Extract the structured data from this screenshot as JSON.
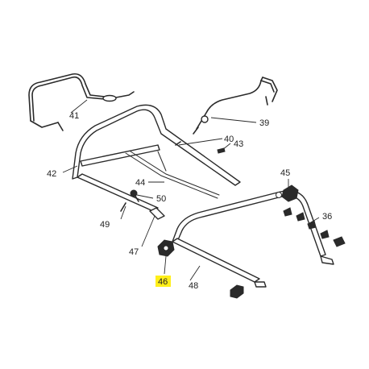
{
  "callouts": [
    {
      "id": "c41",
      "text": "41"
    },
    {
      "id": "c39",
      "text": "39"
    },
    {
      "id": "c40",
      "text": "40"
    },
    {
      "id": "c43",
      "text": "43"
    },
    {
      "id": "c42",
      "text": "42"
    },
    {
      "id": "c44",
      "text": "44"
    },
    {
      "id": "c45",
      "text": "45"
    },
    {
      "id": "c50",
      "text": "50"
    },
    {
      "id": "c36",
      "text": "36"
    },
    {
      "id": "c49",
      "text": "49"
    },
    {
      "id": "c47",
      "text": "47"
    },
    {
      "id": "c46",
      "text": "46"
    },
    {
      "id": "c48",
      "text": "48"
    }
  ],
  "highlight": {
    "callout": "46",
    "color": "#ffef1a"
  }
}
